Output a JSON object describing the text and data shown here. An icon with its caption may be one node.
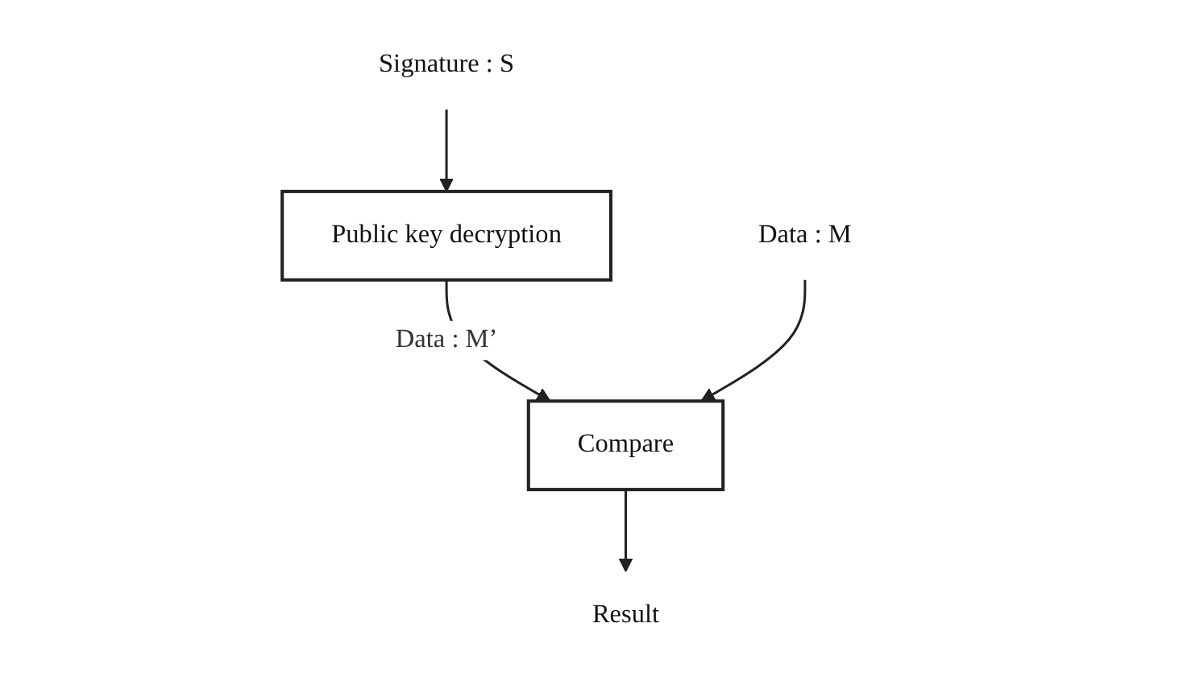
{
  "diagram": {
    "nodes": [
      {
        "text": [
          "Signature : S"
        ]
      },
      {
        "text": [
          "Public key decryption"
        ]
      },
      {
        "text": [
          "Compare"
        ]
      },
      {
        "text": [
          "Data : M"
        ]
      },
      {
        "text": [
          "Result"
        ]
      }
    ],
    "edges": [
      {
        "from": 0,
        "to": 1,
        "arrow": "to"
      },
      {
        "from": 1,
        "to": 2,
        "arrow": "to",
        "label": "Data : M’"
      },
      {
        "from": 3,
        "to": 2,
        "arrow": "to"
      },
      {
        "from": 2,
        "to": 4,
        "arrow": "to"
      }
    ]
  }
}
